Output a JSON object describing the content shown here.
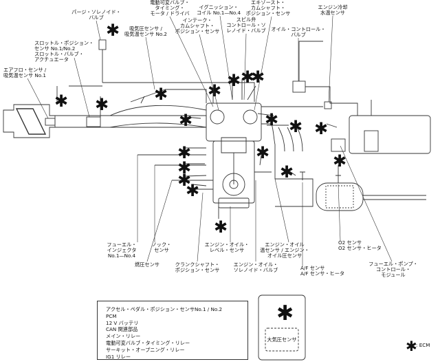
{
  "labels": {
    "purge_solenoid": [
      "パージ・ソレノイド・",
      "バルブ"
    ],
    "throttle": [
      "スロットル・ポジション・",
      "センサ No.1/No.2",
      "スロットル・バルブ・",
      "アクチュエータ"
    ],
    "airflow": [
      "エアフロ・センサ /",
      "吸気温センサ No.1"
    ],
    "vvt_motor": [
      "電動可変バルブ・",
      "タイミング・",
      "モータ / ドライバ"
    ],
    "map_sensor": [
      "吸気圧センサ /",
      "吸気温センサ No.2"
    ],
    "intake_cam": [
      "インテーク・",
      "カムシャフト・",
      "ポジション・センサ"
    ],
    "ignition": [
      "イグニッション・",
      "コイル No.1—No.4"
    ],
    "spill_valve": [
      "スピル弁",
      "コントロール・ソ",
      "レノイド・バルブ"
    ],
    "exhaust_cam": [
      "エキゾースト・",
      "カムシャフト・",
      "ポジション・センサ"
    ],
    "oil_control": [
      "オイル・コントロール・",
      "バルブ"
    ],
    "coolant_temp": [
      "エンジン冷却",
      "水温センサ"
    ],
    "injector": [
      "フューエル・",
      "インジェクタ",
      "No.1—No.4"
    ],
    "knock": [
      "ノック・",
      "センサ"
    ],
    "fuel_pressure": [
      "燃圧センサ"
    ],
    "crank": [
      "クランクシャフト・",
      "ポジション・センサ"
    ],
    "oil_level": [
      "エンジン・オイル・",
      "レベル・センサ"
    ],
    "oil_solenoid": [
      "エンジン・オイル・",
      "ソレノイド・バルブ"
    ],
    "oil_temp": [
      "エンジン・オイル",
      "温センサ / エンジン・",
      "オイル圧センサ"
    ],
    "af_sensor": [
      "A/F センサ",
      "A/F センサ・ヒータ"
    ],
    "o2_sensor": [
      "O2 センサ",
      "O2 センサ・ヒータ"
    ],
    "fuel_pump": [
      "フューエル・ポンプ・",
      "コントロール・",
      "モジュール"
    ]
  },
  "star_symbol": "✱",
  "component_list": [
    "アクセル・ペダル・ポジション・センサNo.1 / No.2",
    "PCM",
    "12 V バッテリ",
    "CAN 関連部品",
    "メイン・リレー",
    "電動可変バルブ・タイミング・リレー",
    "サーキット・オープニング・リレー",
    "IG1 リレー"
  ],
  "ecm_box": {
    "label": "大気圧センサ"
  },
  "legend": {
    "text": ": ECM"
  }
}
